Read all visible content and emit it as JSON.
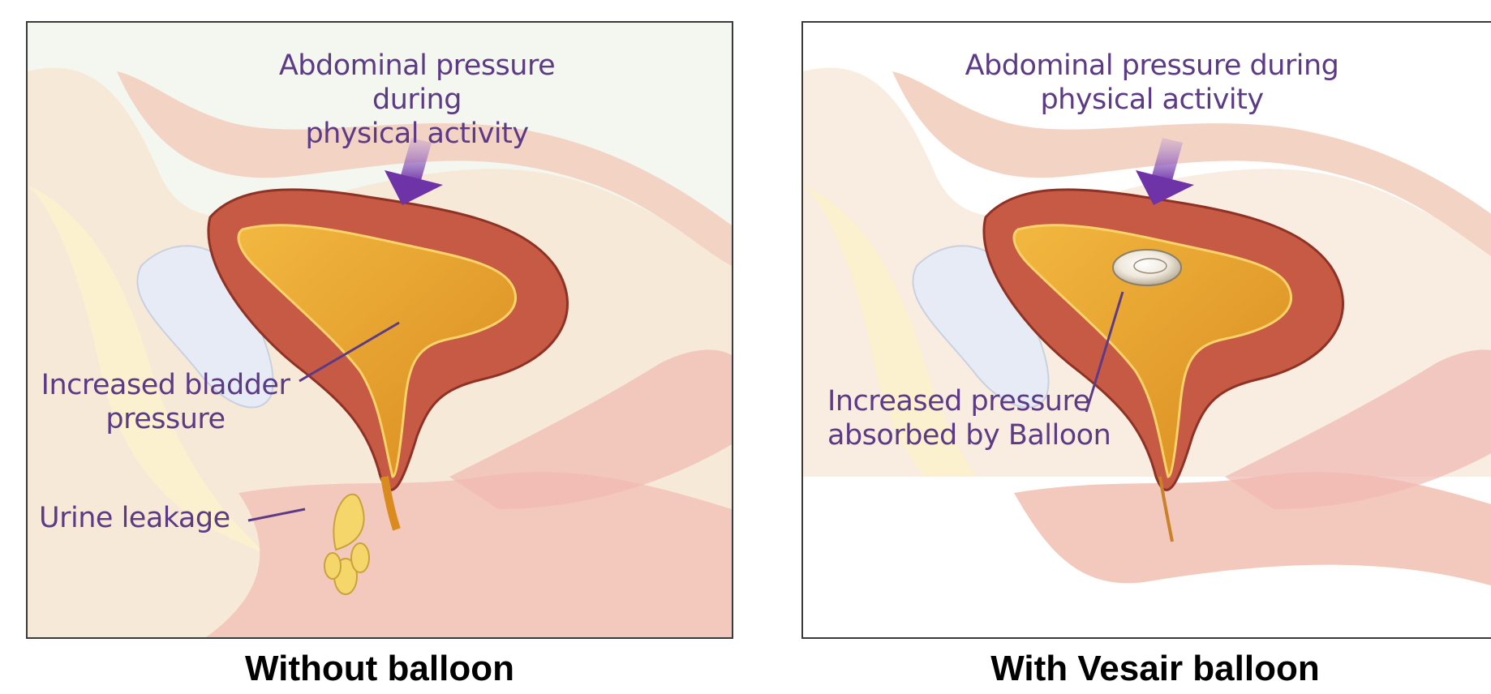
{
  "panels": [
    {
      "caption": "Without balloon",
      "labels": {
        "top_line1": "Abdominal pressure during",
        "top_line2": "physical activity",
        "mid_line1": "Increased bladder",
        "mid_line2": "pressure",
        "bottom": "Urine leakage"
      }
    },
    {
      "caption": "With Vesair balloon",
      "labels": {
        "top_line1": "Abdominal pressure during",
        "top_line2": "physical activity",
        "mid_line1": "Increased pressure",
        "mid_line2": "absorbed by Balloon"
      }
    }
  ],
  "colors": {
    "label_text": "#5c3a86",
    "arrow": "#7a3fb0",
    "bladder_wall": "#c65a44",
    "urine": "#e8a431",
    "left_background": "#f3f7ef",
    "right_background": "#ffffff"
  }
}
